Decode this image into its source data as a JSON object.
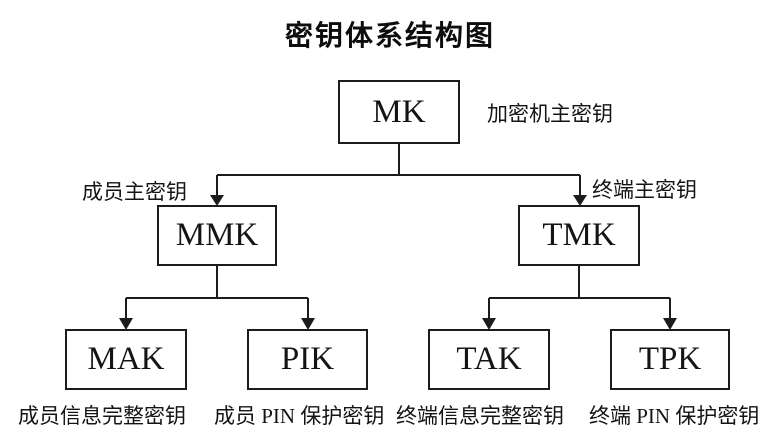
{
  "title": "密钥体系结构图",
  "nodes": {
    "mk": {
      "label": "MK",
      "annotation": "加密机主密钥"
    },
    "mmk": {
      "label": "MMK",
      "annotation": "成员主密钥"
    },
    "tmk": {
      "label": "TMK",
      "annotation": "终端主密钥"
    },
    "mak": {
      "label": "MAK",
      "annotation": "成员信息完整密钥"
    },
    "pik": {
      "label": "PIK",
      "annotation": "成员 PIN 保护密钥"
    },
    "tak": {
      "label": "TAK",
      "annotation": "终端信息完整密钥"
    },
    "tpk": {
      "label": "TPK",
      "annotation": "终端 PIN 保护密钥"
    }
  },
  "edges": [
    {
      "from": "MK",
      "to": "MMK"
    },
    {
      "from": "MK",
      "to": "TMK"
    },
    {
      "from": "MMK",
      "to": "MAK"
    },
    {
      "from": "MMK",
      "to": "PIK"
    },
    {
      "from": "TMK",
      "to": "TAK"
    },
    {
      "from": "TMK",
      "to": "TPK"
    }
  ],
  "colors": {
    "line": "#1c1c1c",
    "text": "#111111",
    "background": "#ffffff"
  }
}
